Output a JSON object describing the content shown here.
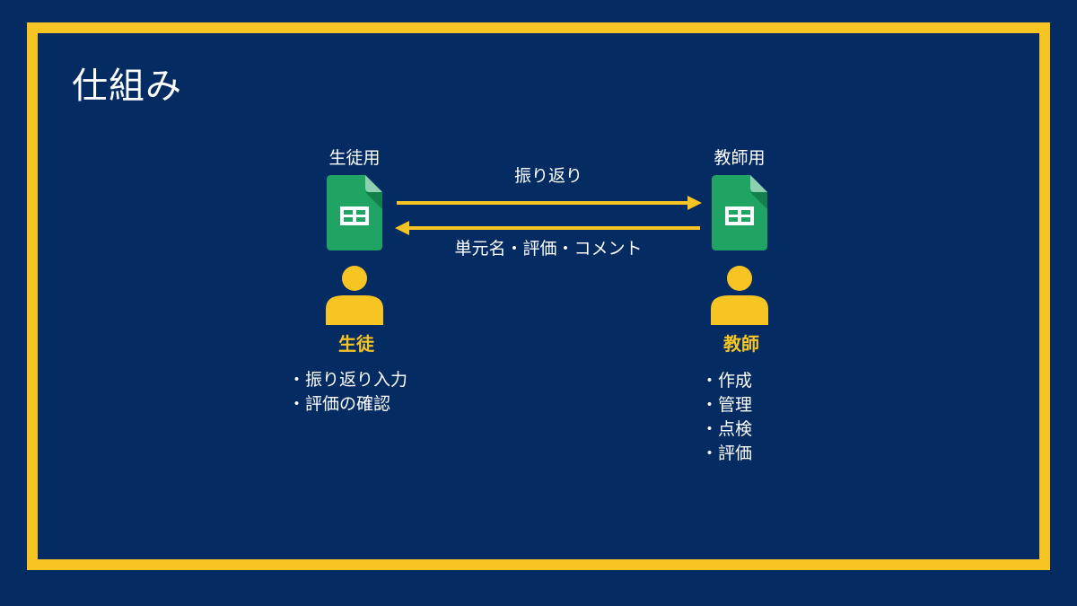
{
  "title": "仕組み",
  "colors": {
    "background": "#042b62",
    "frame": "#f6c524",
    "accent": "#f6c524",
    "sheet_green": "#1fa463",
    "text": "#ffffff"
  },
  "student": {
    "sheet_label": "生徒用",
    "sheet_icon": "spreadsheet-icon",
    "role_icon": "person-icon",
    "role_label": "生徒",
    "tasks": [
      "振り返り入力",
      "評価の確認"
    ]
  },
  "teacher": {
    "sheet_label": "教師用",
    "sheet_icon": "spreadsheet-icon",
    "role_icon": "person-icon",
    "role_label": "教師",
    "tasks": [
      "作成",
      "管理",
      "点検",
      "評価"
    ]
  },
  "flows": {
    "to_teacher": "振り返り",
    "to_student": "単元名・評価・コメント"
  }
}
